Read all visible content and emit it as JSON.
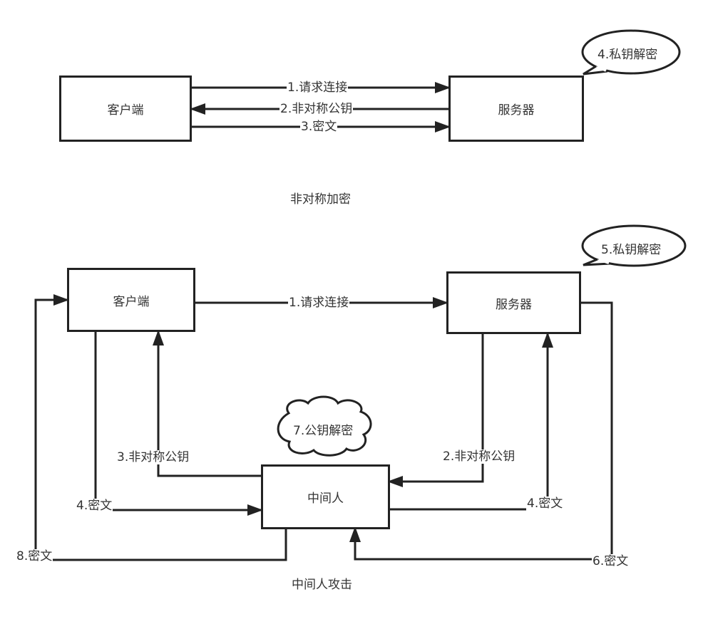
{
  "diagram1": {
    "client": "客户端",
    "server": "服务器",
    "arrow1": "1.请求连接",
    "arrow2": "2.非对称公钥",
    "arrow3": "3.密文",
    "bubble": "4.私钥解密",
    "caption": "非对称加密"
  },
  "diagram2": {
    "client": "客户端",
    "server": "服务器",
    "mitm": "中间人",
    "arrow1": "1.请求连接",
    "arrow2": "2.非对称公钥",
    "arrow3": "3.非对称公钥",
    "arrow4a": "4.密文",
    "arrow4b": "4.密文",
    "bubble5": "5.私钥解密",
    "arrow6": "6.密文",
    "cloud7": "7.公钥解密",
    "arrow8": "8.密文",
    "caption": "中间人攻击"
  }
}
